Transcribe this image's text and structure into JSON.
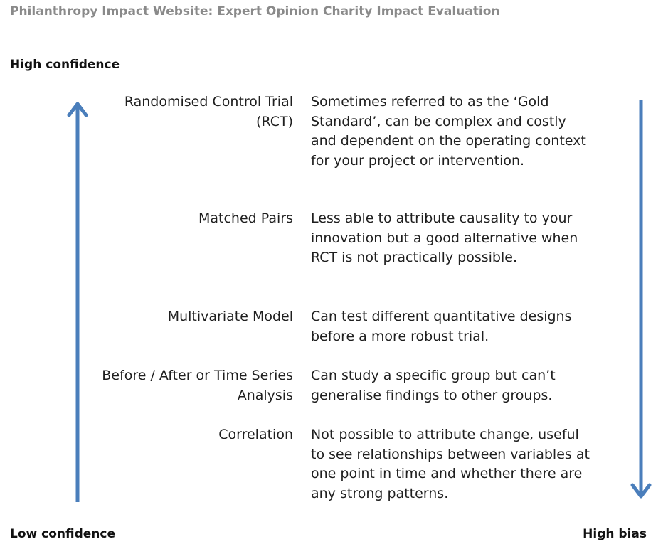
{
  "header": {
    "title": "Philanthropy Impact Website: Expert Opinion Charity Impact Evaluation"
  },
  "axes": {
    "high_confidence": "High confidence",
    "low_confidence": "Low confidence",
    "high_bias": "High bias",
    "arrow_color": "#4a7ebb"
  },
  "methods": [
    {
      "name": "Randomised Control Trial (RCT)",
      "description": "Sometimes referred to as the ‘Gold Standard’, can be complex and costly and dependent on the operating context for your project or intervention."
    },
    {
      "name": "Matched Pairs",
      "description": "Less able to attribute causality to your innovation but a good alternative when RCT is not practically possible."
    },
    {
      "name": "Multivariate Model",
      "description": "Can test different quantitative designs before a more robust trial."
    },
    {
      "name": "Before / After or Time Series Analysis",
      "description": "Can study a specific group but can’t generalise findings to other groups."
    },
    {
      "name": "Correlation",
      "description": "Not possible to attribute change, useful to see relationships between variables at one point in time and whether there are any strong patterns."
    }
  ]
}
